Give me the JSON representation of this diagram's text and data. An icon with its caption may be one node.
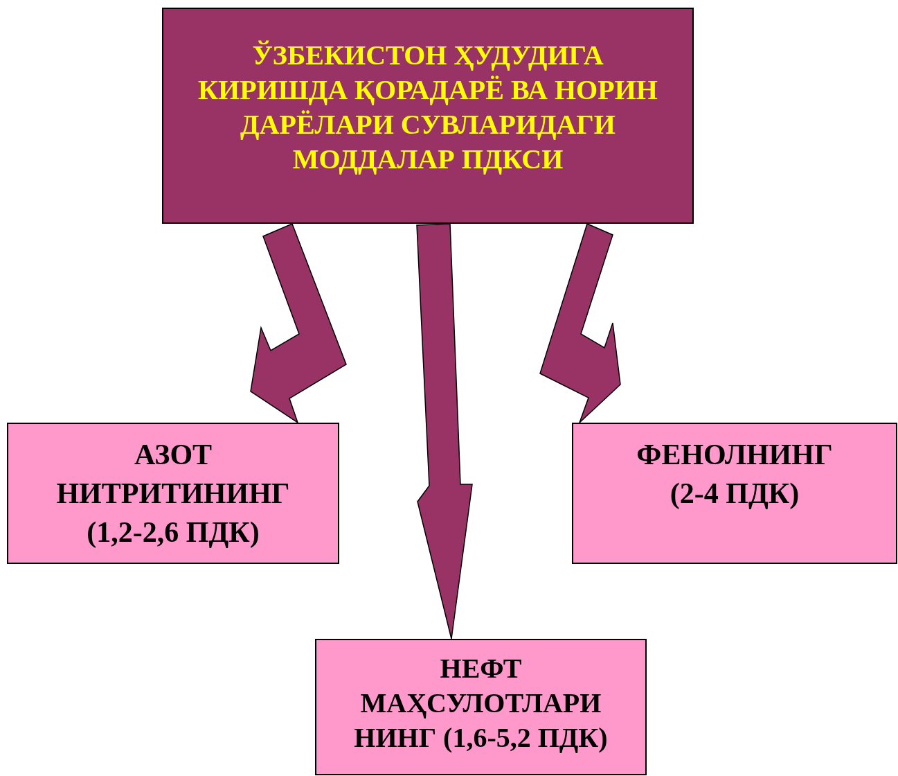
{
  "diagram": {
    "nodes": [
      {
        "text": [
          "ЎЗБЕКИСТОН ҲУДУДИГА КИРИШДА ҚОРАДАРЁ ВА НОРИН ДАРЁЛАРИ СУВЛАРИДАГИ МОДДАЛАР ПДКСИ"
        ]
      },
      {
        "text": [
          "АЗОТ НИТРИТИНИНГ (1,2-2,6 ПДК)"
        ]
      },
      {
        "text": [
          "ФЕНОЛНИНГ (2-4 ПДК)"
        ]
      },
      {
        "text": [
          "НЕФТ МАҲСУЛОТЛАРИ НИНГ (1,6-5,2 ПДК)"
        ]
      }
    ],
    "edges": [
      {
        "from": 0,
        "to": 1,
        "arrow": "to"
      },
      {
        "from": 0,
        "to": 3,
        "arrow": "to"
      },
      {
        "from": 0,
        "to": 2,
        "arrow": "to"
      }
    ]
  }
}
